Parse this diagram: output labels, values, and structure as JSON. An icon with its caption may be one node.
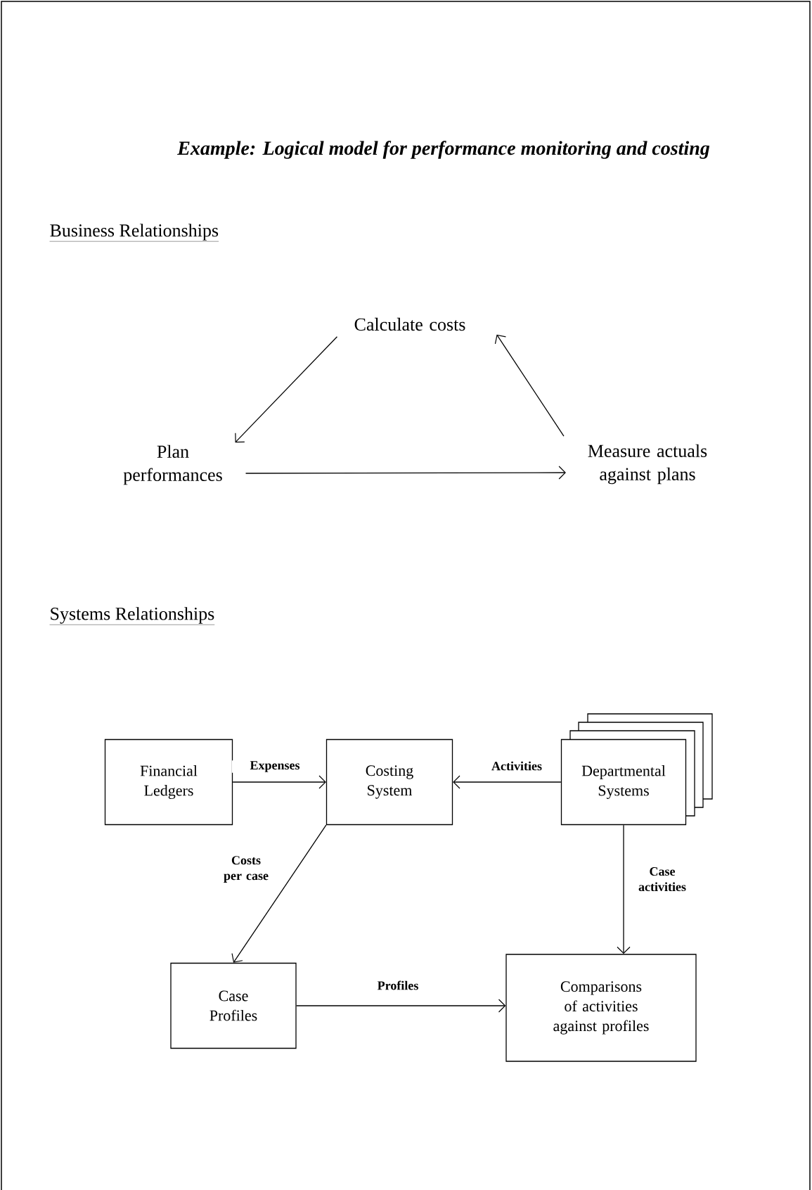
{
  "diagram": {
    "title": "Example: Logical model for performance monitoring and costing",
    "nodes": [
      {
        "text": [
          "Calculate costs"
        ]
      },
      {
        "text": [
          "Plan performances"
        ]
      },
      {
        "text": [
          "Measure actuals against plans"
        ]
      },
      {
        "text": [
          "Financial Ledgers"
        ]
      },
      {
        "text": [
          "Costing System"
        ]
      },
      {
        "text": [
          "Departmental Systems"
        ]
      },
      {
        "text": [
          "Case Profiles"
        ]
      },
      {
        "text": [
          "Comparisons of activities against profiles"
        ]
      }
    ],
    "edges": [
      {
        "from": 0,
        "to": 1,
        "arrow": "to"
      },
      {
        "from": 1,
        "to": 2,
        "arrow": "to"
      },
      {
        "from": 2,
        "to": 0,
        "arrow": "to"
      },
      {
        "from": 3,
        "to": 4,
        "arrow": "to",
        "label": "Expenses"
      },
      {
        "from": 5,
        "to": 4,
        "arrow": "to",
        "label": "Activities"
      },
      {
        "from": 4,
        "to": 6,
        "arrow": "to",
        "label": "Costs per case"
      },
      {
        "from": 5,
        "to": 7,
        "arrow": "to",
        "label": "Case activities"
      },
      {
        "from": 6,
        "to": 7,
        "arrow": "to",
        "label": "Profiles"
      }
    ],
    "labels": [
      "Business Relationships",
      "Systems Relationships"
    ]
  }
}
